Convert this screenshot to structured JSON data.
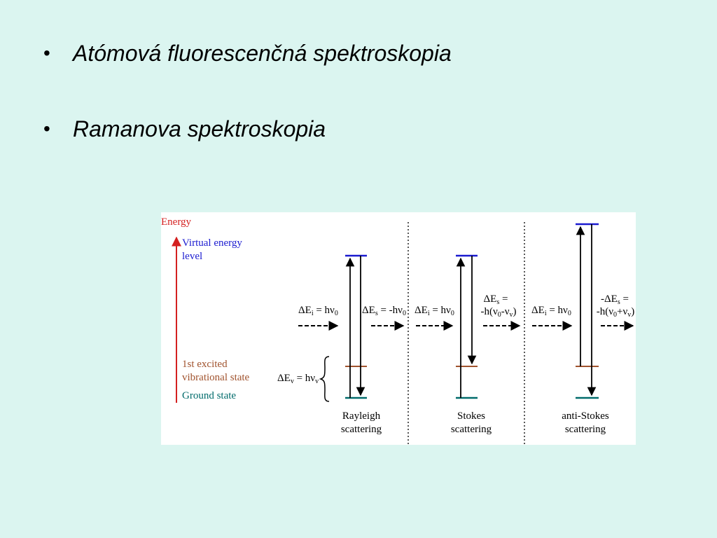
{
  "bullets": [
    {
      "text": "Atómová fluorescenčná spektroskopia"
    },
    {
      "text": "Ramanova spektroskopia"
    }
  ],
  "diagram": {
    "axis_label": "Energy",
    "levels": {
      "virtual": [
        "Virtual energy",
        "level"
      ],
      "excited": [
        "1st excited",
        "vibrational state"
      ],
      "ground": "Ground state"
    },
    "delta_ev": {
      "main": "ΔE",
      "sub": "v",
      "eq": " = hν",
      "sub2": "v"
    },
    "panels": [
      {
        "name": [
          "Rayleigh",
          "scattering"
        ],
        "incident": {
          "main": "ΔE",
          "sub": "i",
          "eq": " = hν",
          "sub2": "0"
        },
        "scattered": {
          "main": "ΔE",
          "sub": "s",
          "eq": " = -hν",
          "sub2": "0"
        }
      },
      {
        "name": [
          "Stokes",
          "scattering"
        ],
        "incident": {
          "main": "ΔE",
          "sub": "i",
          "eq": " = hν",
          "sub2": "0"
        },
        "scattered_lines": [
          {
            "main": "ΔE",
            "sub": "s",
            "eq": " ="
          },
          {
            "pre": "-h(ν",
            "sub": "0",
            "mid": "-ν",
            "sub2": "v",
            "post": ")"
          }
        ]
      },
      {
        "name": [
          "anti-Stokes",
          "scattering"
        ],
        "incident": {
          "main": "ΔE",
          "sub": "i",
          "eq": " = hν",
          "sub2": "0"
        },
        "scattered_lines": [
          {
            "main": "-ΔE",
            "sub": "s",
            "eq": " ="
          },
          {
            "pre": "-h(ν",
            "sub": "0",
            "mid": "+ν",
            "sub2": "v",
            "post": ")"
          }
        ]
      }
    ],
    "colors": {
      "energy": "#d42020",
      "virtual": "#1a1ad0",
      "excited": "#a0522d",
      "ground": "#006b6b",
      "arrow": "#000000"
    }
  }
}
